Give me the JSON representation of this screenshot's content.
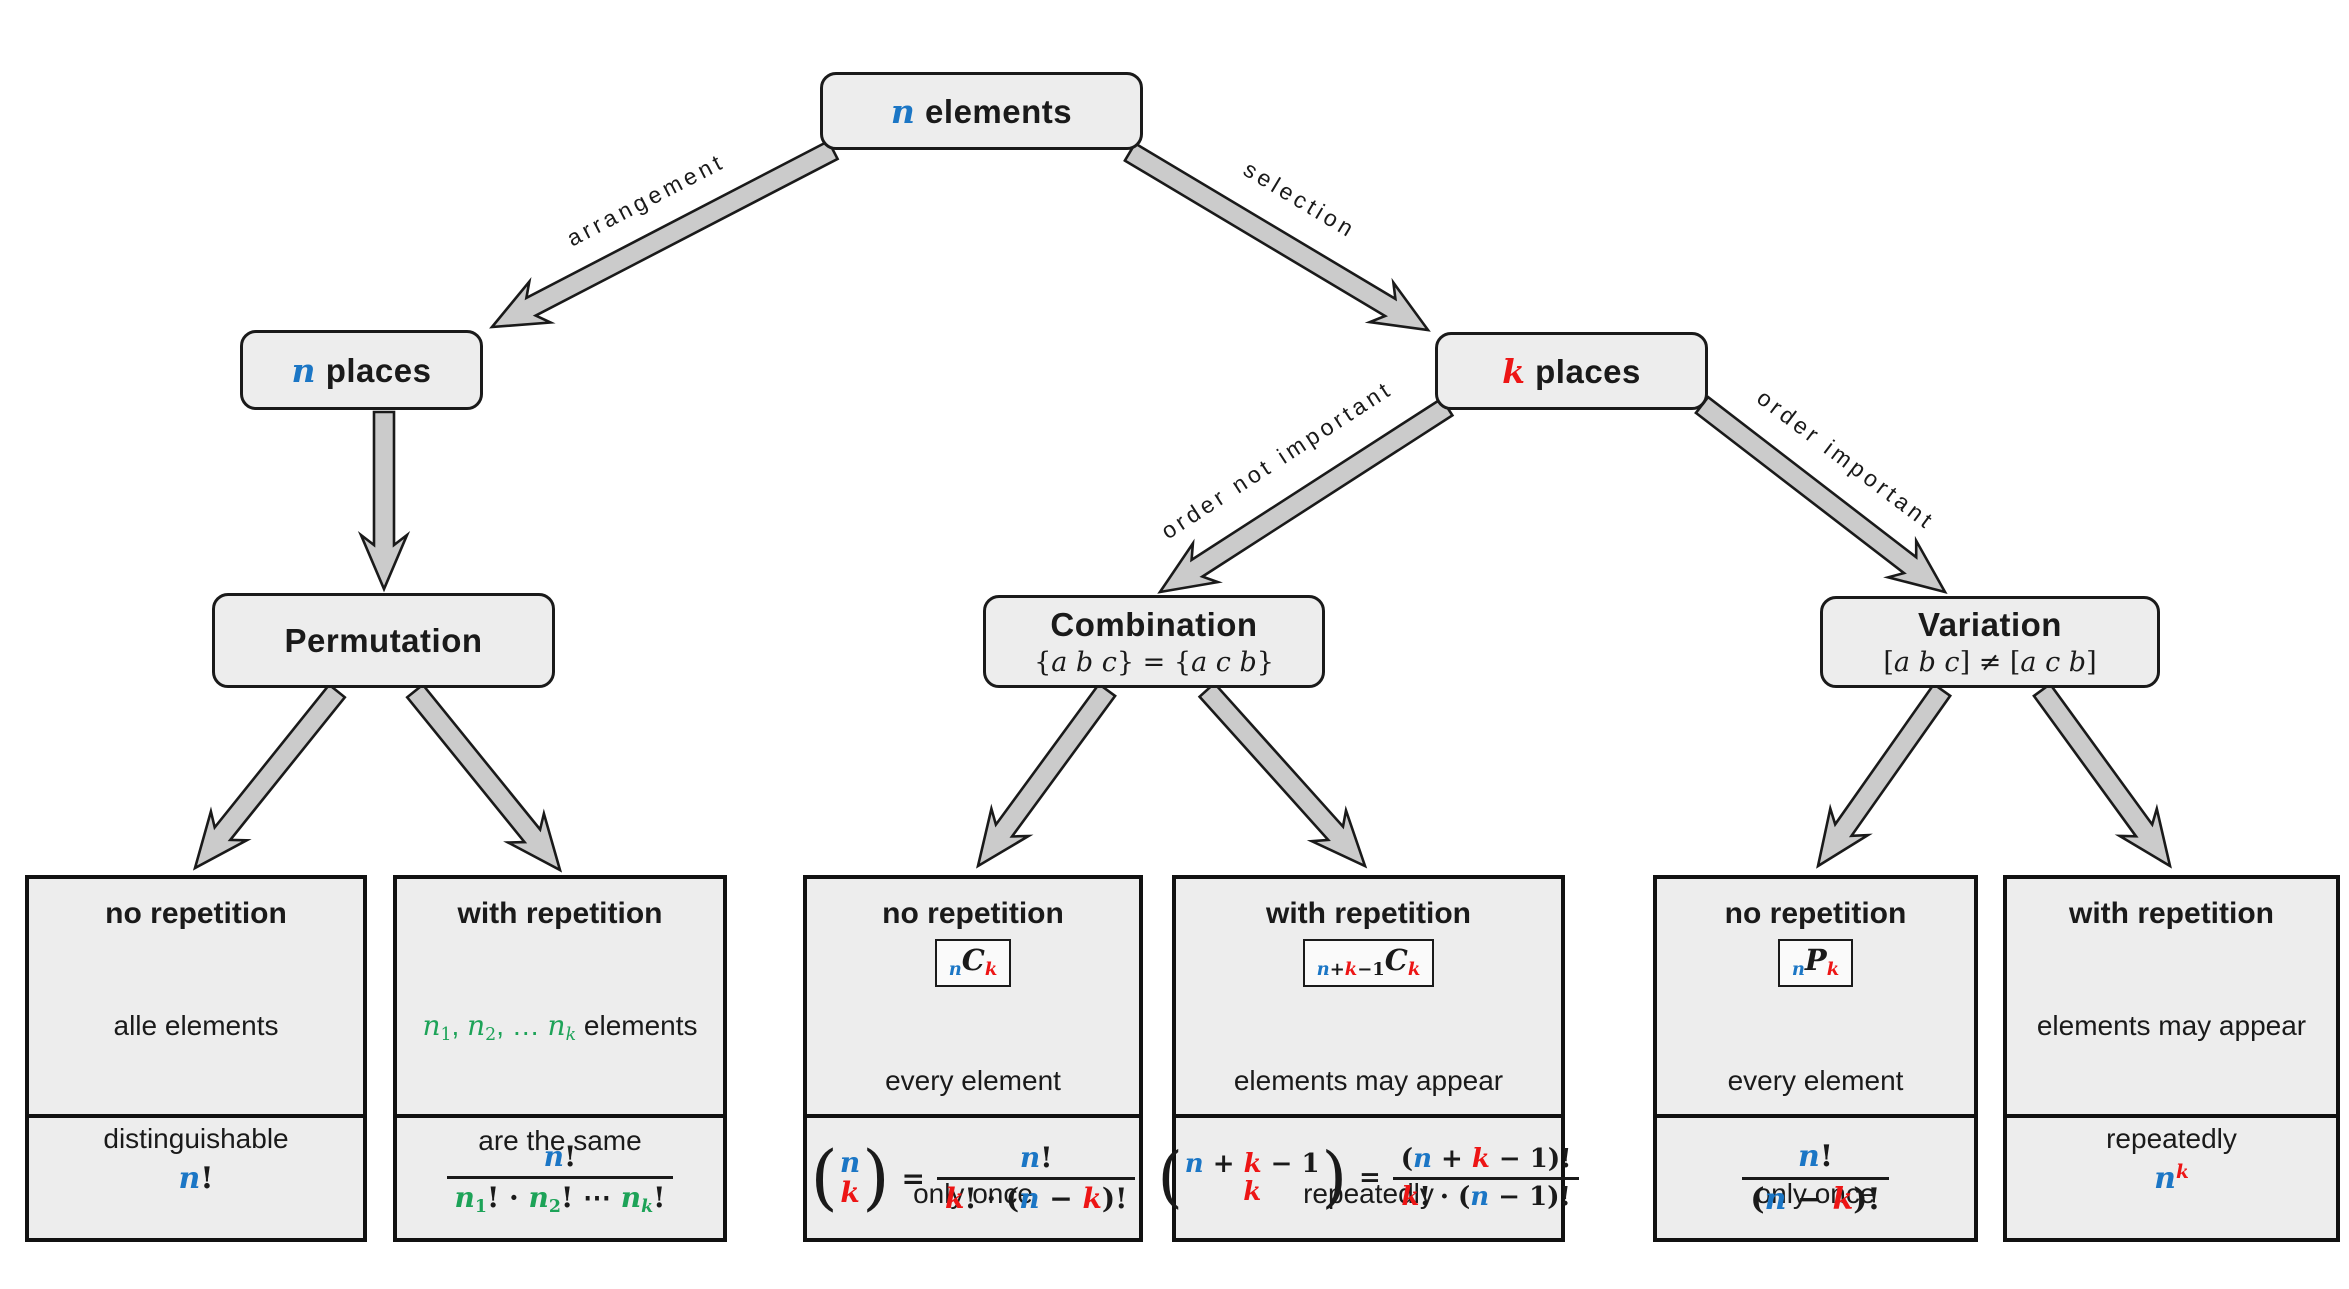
{
  "colors": {
    "ink": "#1a1a1a",
    "blue": "#1b76c5",
    "red": "#ed1515",
    "green": "#1da358",
    "box_fill": "#ededed",
    "arrow_fill": "#cbcbcb"
  },
  "nodes": {
    "n_elements": {
      "title": [
        {
          "t": "n",
          "c": "blue",
          "i": 1
        },
        {
          "t": " elements"
        }
      ]
    },
    "n_places": {
      "title": [
        {
          "t": "n",
          "c": "blue",
          "i": 1
        },
        {
          "t": " places"
        }
      ]
    },
    "k_places": {
      "title": [
        {
          "t": "k",
          "c": "red",
          "i": 1
        },
        {
          "t": " places"
        }
      ]
    },
    "permutation": {
      "title": [
        {
          "t": "Permutation"
        }
      ]
    },
    "combination": {
      "title": [
        {
          "t": "Combination"
        }
      ],
      "subtitle": [
        {
          "t": "{"
        },
        {
          "t": "a b c",
          "i": 1
        },
        {
          "t": "} = {"
        },
        {
          "t": "a c b",
          "i": 1
        },
        {
          "t": "}"
        }
      ]
    },
    "variation": {
      "title": [
        {
          "t": "Variation"
        }
      ],
      "subtitle": [
        {
          "t": "["
        },
        {
          "t": "a b c",
          "i": 1
        },
        {
          "t": "] ≠ ["
        },
        {
          "t": "a c b",
          "i": 1
        },
        {
          "t": "]"
        }
      ]
    }
  },
  "edges": {
    "arrangement": "arrangement",
    "selection": "selection",
    "order_not_important": "order not important",
    "order_important": "order important"
  },
  "cards": {
    "perm_no_rep": {
      "header": "no repetition",
      "body1": [
        {
          "t": "alle elements"
        }
      ],
      "body2": [
        {
          "t": "distinguishable"
        }
      ],
      "formula": {
        "main": [
          {
            "t": "n",
            "c": "blue",
            "i": 1
          },
          {
            "t": "!"
          }
        ]
      }
    },
    "perm_with_rep": {
      "header": "with repetition",
      "body1": [
        {
          "t": "n",
          "c": "green",
          "i": 1
        },
        {
          "t": "1",
          "c": "green",
          "sub": 1
        },
        {
          "t": ", ",
          "c": "green"
        },
        {
          "t": "n",
          "c": "green",
          "i": 1
        },
        {
          "t": "2",
          "c": "green",
          "sub": 1
        },
        {
          "t": ", … ",
          "c": "green"
        },
        {
          "t": "n",
          "c": "green",
          "i": 1
        },
        {
          "t": "k",
          "c": "green",
          "i": 1,
          "sub": 1
        },
        {
          "t": " elements"
        }
      ],
      "body2": [
        {
          "t": "are the same"
        }
      ],
      "formula": {
        "num": [
          {
            "t": "n",
            "c": "blue",
            "i": 1
          },
          {
            "t": "!"
          }
        ],
        "den": [
          {
            "t": "n",
            "c": "green",
            "i": 1
          },
          {
            "t": "1",
            "c": "green",
            "sub": 1
          },
          {
            "t": "! · "
          },
          {
            "t": "n",
            "c": "green",
            "i": 1
          },
          {
            "t": "2",
            "c": "green",
            "sub": 1
          },
          {
            "t": "! ⋯ "
          },
          {
            "t": "n",
            "c": "green",
            "i": 1
          },
          {
            "t": "k",
            "c": "green",
            "i": 1,
            "sub": 1
          },
          {
            "t": "!"
          }
        ]
      }
    },
    "comb_no_rep": {
      "header": "no repetition",
      "badge": [
        {
          "t": "n",
          "c": "blue",
          "i": 1,
          "sub": 1
        },
        {
          "t": "C",
          "i": 1
        },
        {
          "t": "k",
          "c": "red",
          "i": 1,
          "sub": 1
        }
      ],
      "body1": [
        {
          "t": "every element"
        }
      ],
      "body2": [
        {
          "t": "only once"
        }
      ],
      "formula": {
        "top": [
          {
            "t": "n",
            "c": "blue",
            "i": 1
          }
        ],
        "bottom": [
          {
            "t": "k",
            "c": "red",
            "i": 1
          }
        ],
        "eq": "=",
        "num": [
          {
            "t": "n",
            "c": "blue",
            "i": 1
          },
          {
            "t": "!"
          }
        ],
        "den": [
          {
            "t": "k",
            "c": "red",
            "i": 1
          },
          {
            "t": "! · ("
          },
          {
            "t": "n",
            "c": "blue",
            "i": 1
          },
          {
            "t": " − "
          },
          {
            "t": "k",
            "c": "red",
            "i": 1
          },
          {
            "t": ")!"
          }
        ]
      }
    },
    "comb_with_rep": {
      "header": "with repetition",
      "badge": [
        {
          "t": "n",
          "c": "blue",
          "i": 1,
          "sub": 1
        },
        {
          "t": "+",
          "sub": 1
        },
        {
          "t": "k",
          "c": "red",
          "i": 1,
          "sub": 1
        },
        {
          "t": "−1",
          "sub": 1
        },
        {
          "t": "C",
          "i": 1
        },
        {
          "t": "k",
          "c": "red",
          "i": 1,
          "sub": 1
        }
      ],
      "body1": [
        {
          "t": "elements may appear"
        }
      ],
      "body2": [
        {
          "t": "repeatedly"
        }
      ],
      "formula": {
        "top": [
          {
            "t": "n",
            "c": "blue",
            "i": 1
          },
          {
            "t": " + "
          },
          {
            "t": "k",
            "c": "red",
            "i": 1
          },
          {
            "t": " − 1"
          }
        ],
        "bottom": [
          {
            "t": "k",
            "c": "red",
            "i": 1
          }
        ],
        "eq": "=",
        "num": [
          {
            "t": "("
          },
          {
            "t": "n",
            "c": "blue",
            "i": 1
          },
          {
            "t": " + "
          },
          {
            "t": "k",
            "c": "red",
            "i": 1
          },
          {
            "t": " − 1"
          },
          {
            "t": ")!"
          }
        ],
        "den": [
          {
            "t": "k",
            "c": "red",
            "i": 1
          },
          {
            "t": "! · ("
          },
          {
            "t": "n",
            "c": "blue",
            "i": 1
          },
          {
            "t": " − 1"
          },
          {
            "t": ")!"
          }
        ]
      }
    },
    "vari_no_rep": {
      "header": "no repetition",
      "badge": [
        {
          "t": "n",
          "c": "blue",
          "i": 1,
          "sub": 1
        },
        {
          "t": "P",
          "i": 1
        },
        {
          "t": "k",
          "c": "red",
          "i": 1,
          "sub": 1
        }
      ],
      "body1": [
        {
          "t": "every element"
        }
      ],
      "body2": [
        {
          "t": "only once"
        }
      ],
      "formula": {
        "num": [
          {
            "t": "n",
            "c": "blue",
            "i": 1
          },
          {
            "t": "!"
          }
        ],
        "den": [
          {
            "t": "("
          },
          {
            "t": "n",
            "c": "blue",
            "i": 1
          },
          {
            "t": " − "
          },
          {
            "t": "k",
            "c": "red",
            "i": 1
          },
          {
            "t": ")!"
          }
        ]
      }
    },
    "vari_with_rep": {
      "header": "with repetition",
      "body1": [
        {
          "t": "elements may appear"
        }
      ],
      "body2": [
        {
          "t": "repeatedly"
        }
      ],
      "formula": {
        "main": [
          {
            "t": "n",
            "c": "blue",
            "i": 1
          },
          {
            "t": "k",
            "c": "red",
            "i": 1,
            "sup": 1
          }
        ]
      }
    }
  }
}
